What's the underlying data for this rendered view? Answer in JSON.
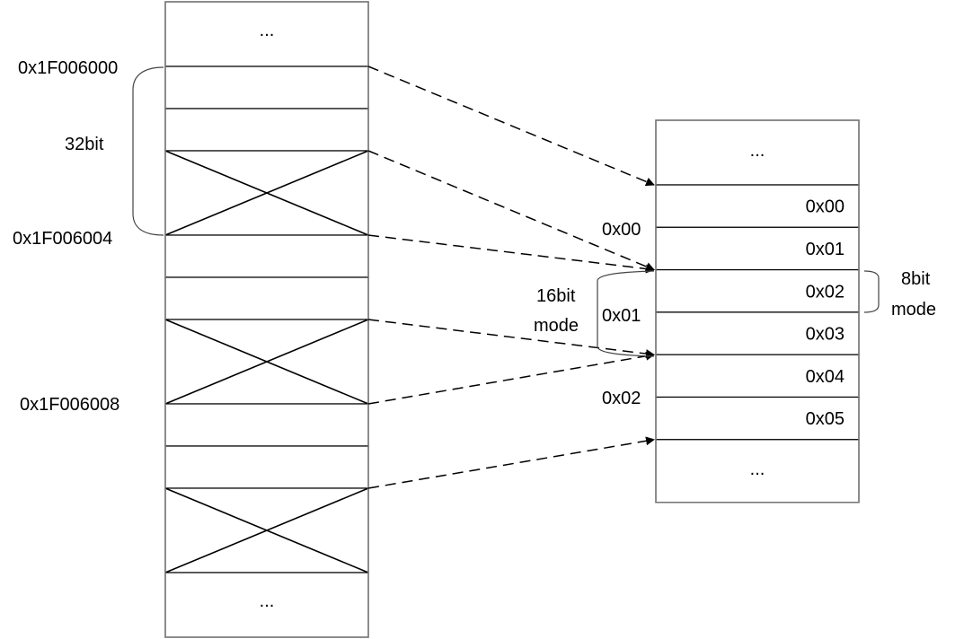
{
  "title": "Memory address mapping: 32bit source to 8bit/16bit mode target",
  "colors": {
    "line": "#000000",
    "border": "#777777",
    "text": "#000000",
    "background": "#ffffff"
  },
  "source_memory": {
    "rows": [
      {
        "label": "...",
        "type": "ellipsis"
      },
      {
        "label": "",
        "type": "word"
      },
      {
        "label": "",
        "type": "word"
      },
      {
        "label": "",
        "type": "unused"
      },
      {
        "label": "",
        "type": "word"
      },
      {
        "label": "",
        "type": "word"
      },
      {
        "label": "",
        "type": "unused"
      },
      {
        "label": "",
        "type": "word"
      },
      {
        "label": "",
        "type": "word"
      },
      {
        "label": "",
        "type": "unused"
      },
      {
        "label": "...",
        "type": "ellipsis"
      }
    ],
    "address_labels": [
      "0x1F006000",
      "0x1F006004",
      "0x1F006008"
    ],
    "width_label": "32bit"
  },
  "target_memory": {
    "rows": [
      {
        "label": "...",
        "type": "ellipsis"
      },
      {
        "label": "0x00",
        "type": "byte"
      },
      {
        "label": "0x01",
        "type": "byte"
      },
      {
        "label": "0x02",
        "type": "byte"
      },
      {
        "label": "0x03",
        "type": "byte"
      },
      {
        "label": "0x04",
        "type": "byte"
      },
      {
        "label": "0x05",
        "type": "byte"
      },
      {
        "label": "...",
        "type": "ellipsis"
      }
    ],
    "halfword_labels": [
      "0x00",
      "0x01",
      "0x02"
    ],
    "mode16_label": [
      "16bit",
      "mode"
    ],
    "mode8_label": [
      "8bit",
      "mode"
    ]
  },
  "mappings": [
    {
      "from_source_row_boundary": 1,
      "to_target_row_boundary": 1
    },
    {
      "from_source_row_boundary": 3,
      "to_target_row_boundary": 3
    },
    {
      "from_source_row_boundary": 4,
      "to_target_row_boundary": 3
    },
    {
      "from_source_row_boundary": 6,
      "to_target_row_boundary": 5
    },
    {
      "from_source_row_boundary": 7,
      "to_target_row_boundary": 5
    },
    {
      "from_source_row_boundary": 9,
      "to_target_row_boundary": 7
    }
  ]
}
